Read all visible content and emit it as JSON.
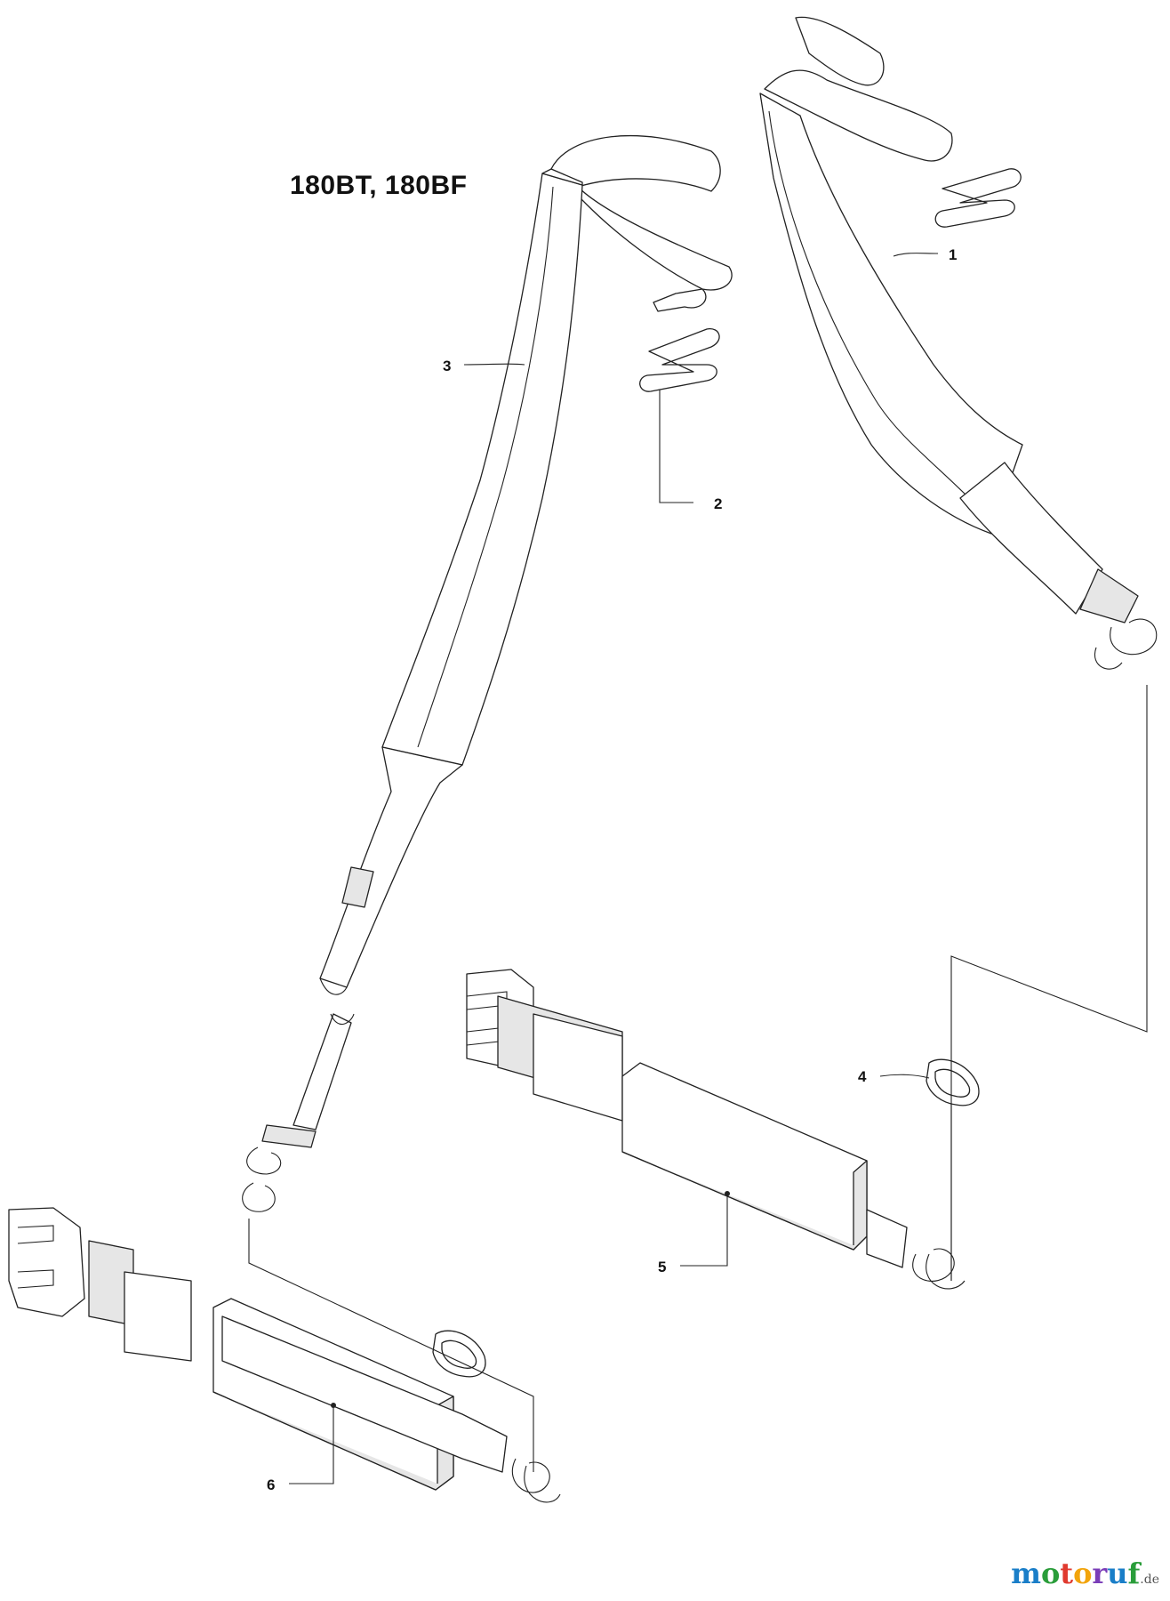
{
  "title": "180BT, 180BF",
  "callouts": [
    {
      "label": "1"
    },
    {
      "label": "2"
    },
    {
      "label": "3"
    },
    {
      "label": "4"
    },
    {
      "label": "5"
    },
    {
      "label": "6"
    }
  ],
  "watermark": {
    "brand": "motoruf",
    "suffix": ".de",
    "colors": [
      "#1a7ec8",
      "#2a9d3a",
      "#e03a2f",
      "#f2a40c",
      "#7a3db8"
    ]
  }
}
